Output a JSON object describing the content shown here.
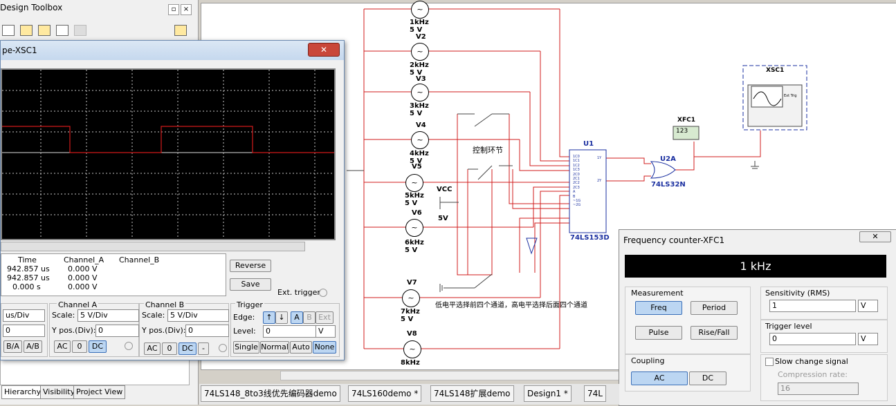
{
  "toolbox": {
    "title": "Design Toolbox",
    "pin_label": "▫",
    "close_label": "×",
    "tabs": [
      "Hierarchy",
      "Visibility",
      "Project View"
    ]
  },
  "circuit": {
    "sources": [
      {
        "name": "",
        "freq": "1kHz",
        "volt": "5 V"
      },
      {
        "name": "V2",
        "freq": "2kHz",
        "volt": "5 V"
      },
      {
        "name": "V3",
        "freq": "3kHz",
        "volt": "5 V"
      },
      {
        "name": "V4",
        "freq": "4kHz",
        "volt": "5 V"
      },
      {
        "name": "V5",
        "freq": "5kHz",
        "volt": "5 V"
      },
      {
        "name": "V6",
        "freq": "6kHz",
        "volt": "5 V"
      },
      {
        "name": "V7",
        "freq": "7kHz",
        "volt": "5 V"
      },
      {
        "name": "V8",
        "freq": "8kHz",
        "volt": ""
      }
    ],
    "control_label": "控制环节",
    "vcc_label": "VCC",
    "vcc_value": "5V",
    "u1_name": "U1",
    "u1_part": "74LS153D",
    "u1_pins_left": [
      "1C0",
      "1C1",
      "1C2",
      "1C3",
      "2C0",
      "2C1",
      "2C2",
      "2C3",
      "A",
      "B",
      "~1G",
      "~2G"
    ],
    "u1_pins_right": [
      "1Y",
      "2Y"
    ],
    "u2_name": "U2A",
    "u2_part": "74LS32N",
    "xfc_name": "XFC1",
    "xfc_display": "123",
    "xsc_name": "XSC1",
    "ext_trig_label": "Ext Trig",
    "note": "低电平选择前四个通道，高电平选择后面四个通道"
  },
  "scope": {
    "title": "pe-XSC1",
    "readout_headers": [
      "Time",
      "Channel_A",
      "Channel_B"
    ],
    "readout_rows": [
      [
        "942.857 us",
        "0.000 V",
        ""
      ],
      [
        "942.857 us",
        "0.000 V",
        ""
      ],
      [
        "0.000 s",
        "0.000 V",
        ""
      ]
    ],
    "reverse_label": "Reverse",
    "save_label": "Save",
    "ext_trigger_label": "Ext. trigger",
    "timebase": {
      "scale": "us/Div",
      "pos": "0",
      "btn_ba": "B/A",
      "btn_ab": "A/B"
    },
    "channel_a": {
      "title": "Channel A",
      "scale_label": "Scale:",
      "scale": "5  V/Div",
      "ypos_label": "Y pos.(Div):",
      "ypos": "0",
      "ac": "AC",
      "zero": "0",
      "dc": "DC"
    },
    "channel_b": {
      "title": "Channel B",
      "scale_label": "Scale:",
      "scale": "5  V/Div",
      "ypos_label": "Y pos.(Div):",
      "ypos": "0",
      "ac": "AC",
      "zero": "0",
      "dc": "DC",
      "minus": "-"
    },
    "trigger": {
      "title": "Trigger",
      "edge_label": "Edge:",
      "level_label": "Level:",
      "level": "0",
      "unit": "V",
      "src_a": "A",
      "src_b": "B",
      "src_ext": "Ext",
      "single": "Single",
      "normal": "Normal",
      "auto": "Auto",
      "none": "None"
    },
    "colors": {
      "trace": "#d21b1b",
      "grid": "#c8c8c8"
    }
  },
  "counter": {
    "title": "Frequency counter-XFC1",
    "display": "1 kHz",
    "measurement_title": "Measurement",
    "freq": "Freq",
    "period": "Period",
    "pulse": "Pulse",
    "rise_fall": "Rise/Fall",
    "coupling_title": "Coupling",
    "ac": "AC",
    "dc": "DC",
    "sensitivity_title": "Sensitivity (RMS)",
    "sensitivity": "1",
    "sensitivity_unit": "V",
    "trigger_title": "Trigger level",
    "trigger": "0",
    "trigger_unit": "V",
    "slow_change": "Slow change signal",
    "compression_label": "Compression rate:",
    "compression": "16"
  },
  "tabs": [
    "74LS148_8to3线优先编码器demo",
    "74LS160demo *",
    "74LS148扩展demo",
    "Design1 *",
    "74L"
  ]
}
